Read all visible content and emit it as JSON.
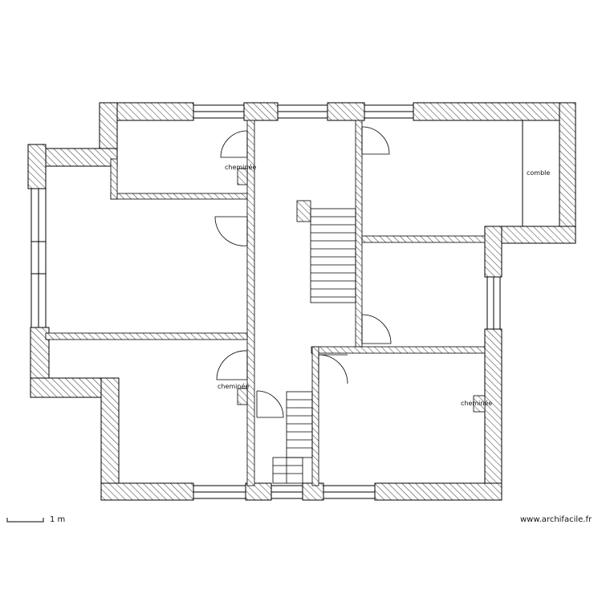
{
  "plan": {
    "labels": {
      "chimney_a": "cheminée",
      "chimney_b": "cheminée",
      "chimney_c": "cheminée",
      "attic": "comble"
    },
    "scale_label": "1 m",
    "watermark": "www.archifacile.fr"
  },
  "colors": {
    "wall_stroke": "#000000",
    "hatch": "#444444",
    "background": "#ffffff"
  }
}
